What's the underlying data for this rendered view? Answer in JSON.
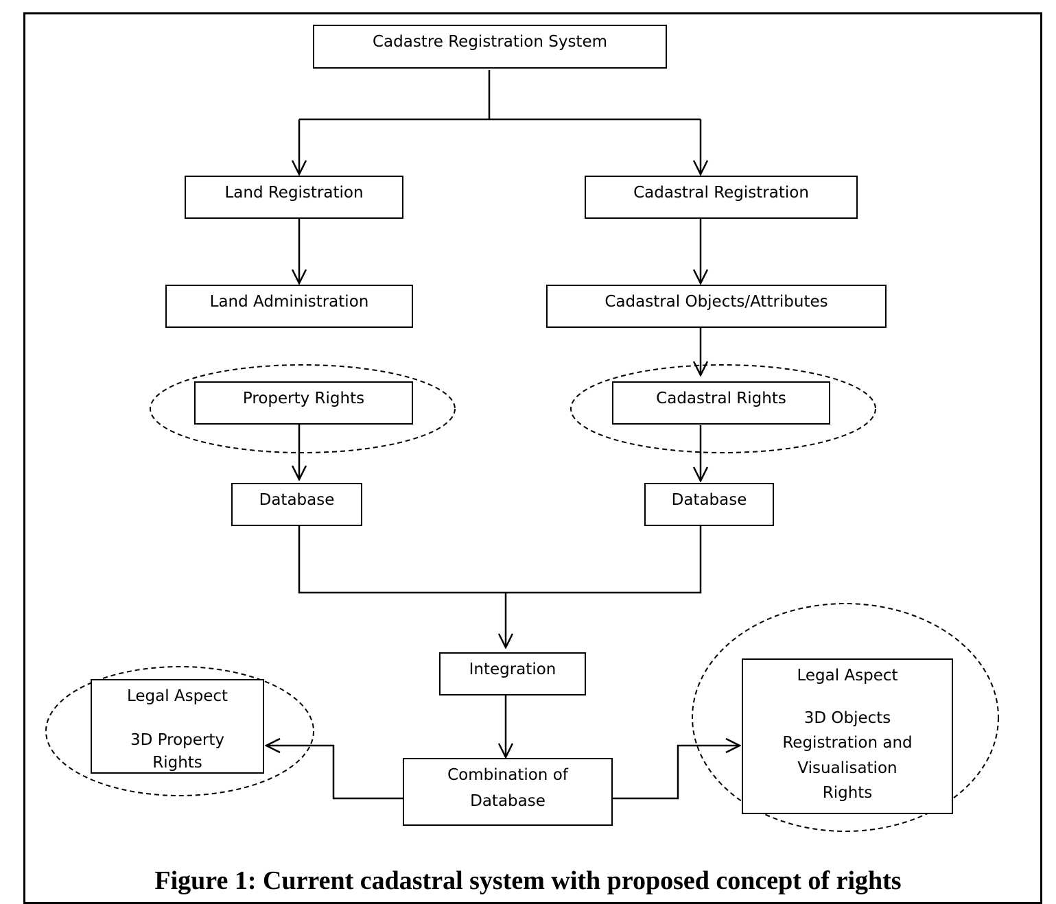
{
  "diagram": {
    "nodes": {
      "root": "Cadastre Registration System",
      "land_registration": "Land Registration",
      "cadastral_registration": "Cadastral Registration",
      "land_administration": "Land Administration",
      "cadastral_objects": "Cadastral Objects/Attributes",
      "property_rights": "Property Rights",
      "cadastral_rights": "Cadastral Rights",
      "database_left": "Database",
      "database_right": "Database",
      "integration": "Integration",
      "combination_line1": "Combination of",
      "combination_line2": "Database",
      "legal_left_title": "Legal Aspect",
      "legal_left_body_line1": "3D Property",
      "legal_left_body_line2": "Rights",
      "legal_right_title": "Legal Aspect",
      "legal_right_line1": "3D Objects",
      "legal_right_line2": "Registration and",
      "legal_right_line3": "Visualisation",
      "legal_right_line4": "Rights"
    },
    "edges": [
      {
        "from": "root",
        "to": "land_registration",
        "style": "arrow"
      },
      {
        "from": "root",
        "to": "cadastral_registration",
        "style": "arrow"
      },
      {
        "from": "land_registration",
        "to": "land_administration",
        "style": "arrow"
      },
      {
        "from": "cadastral_registration",
        "to": "cadastral_objects",
        "style": "arrow"
      },
      {
        "from": "cadastral_objects",
        "to": "cadastral_rights",
        "style": "arrow"
      },
      {
        "from": "property_rights",
        "to": "database_left",
        "style": "arrow"
      },
      {
        "from": "cadastral_rights",
        "to": "database_right",
        "style": "arrow"
      },
      {
        "from": "database_left",
        "to": "integration",
        "style": "arrow"
      },
      {
        "from": "database_right",
        "to": "integration",
        "style": "arrow"
      },
      {
        "from": "integration",
        "to": "combination",
        "style": "arrow"
      },
      {
        "from": "combination",
        "to": "legal_left",
        "style": "arrow"
      },
      {
        "from": "combination",
        "to": "legal_right",
        "style": "arrow"
      }
    ],
    "highlighted": [
      "property_rights",
      "cadastral_rights",
      "legal_left",
      "legal_right"
    ],
    "caption": "Figure 1: Current cadastral system with proposed concept of rights"
  }
}
